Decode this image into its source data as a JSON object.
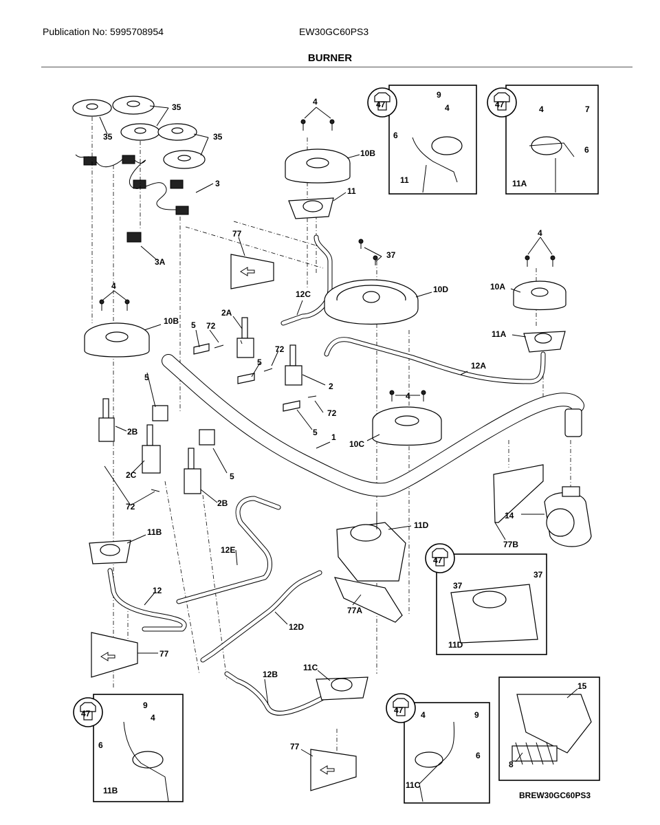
{
  "header": {
    "publication": "Publication No: 5995708954",
    "model": "EW30GC60PS3",
    "title": "BURNER"
  },
  "drawing_code": "BREW30GC60PS3",
  "callouts": {
    "c35a": "35",
    "c35b": "35",
    "c35c": "35",
    "c3": "3",
    "c3a": "3A",
    "c4a": "4",
    "c10b_top": "10B",
    "c11_top": "11",
    "c47_tl": "47",
    "c9_tl": "9",
    "c4_tl": "4",
    "c6_tl": "6",
    "c11_tl": "11",
    "c47_tr": "47",
    "c4_tr": "4",
    "c7_tr": "7",
    "c6_tr": "6",
    "c11a_tr": "11A",
    "c77_top": "77",
    "c37_top": "37",
    "c10d": "10D",
    "c12c": "12C",
    "c4_left": "4",
    "c10b_left": "10B",
    "c2a": "2A",
    "c72a": "72",
    "c5a": "5",
    "c4_right": "4",
    "c10a": "10A",
    "c11a": "11A",
    "c12a": "12A",
    "c72b": "72",
    "c5b": "5",
    "c2": "2",
    "c5c": "5",
    "c72c": "72",
    "c4_mid": "4",
    "c5d": "5",
    "c2b_a": "2B",
    "c10c": "10C",
    "c1": "1",
    "c2c": "2C",
    "c5e": "5",
    "c2b_b": "2B",
    "c72d": "72",
    "c11d": "11D",
    "c14": "14",
    "c77b": "77B",
    "c11b": "11B",
    "c12e": "12E",
    "c12": "12",
    "c77a": "77A",
    "c12d": "12D",
    "c77_left": "77",
    "c47_mr": "47",
    "c37_mr1": "37",
    "c37_mr2": "37",
    "c11d_box": "11D",
    "c11c": "11C",
    "c12b": "12B",
    "c77_bottom": "77",
    "c47_bl": "47",
    "c9_bl": "9",
    "c4_bl": "4",
    "c6_bl": "6",
    "c11b_bl": "11B",
    "c47_bm": "47",
    "c4_bm": "4",
    "c9_bm": "9",
    "c6_bm": "6",
    "c11c_bm": "11C",
    "c15": "15",
    "c8": "8"
  }
}
